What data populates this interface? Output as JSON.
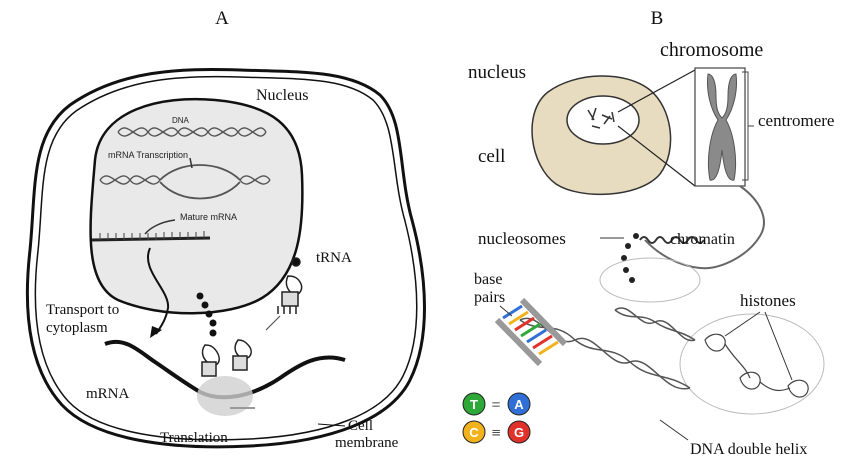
{
  "panel_a": {
    "letter": "A",
    "labels": {
      "nucleus": "Nucleus",
      "dna": "DNA",
      "mrna_transcription": "mRNA Transcription",
      "mature_mrna": "Mature mRNA",
      "trna": "tRNA",
      "transport_line1": "Transport to",
      "transport_line2": "cytoplasm",
      "mrna": "mRNA",
      "translation": "Translation",
      "cell_line1": "Cell",
      "cell_line2": "membrane"
    }
  },
  "panel_b": {
    "letter": "B",
    "labels": {
      "nucleus": "nucleus",
      "chromosome": "chromosome",
      "cell": "cell",
      "centromere": "centromere",
      "nucleosomes": "nucleosomes",
      "chromatin": "chromatin",
      "base_line1": "base",
      "base_line2": "pairs",
      "histones": "histones",
      "dna_double_helix": "DNA double helix"
    },
    "base_pair_key": {
      "row1": {
        "left": "T",
        "bond": "=",
        "right": "A"
      },
      "row2": {
        "left": "C",
        "bond": "≡",
        "right": "G"
      }
    },
    "colors": {
      "T": "#2ea836",
      "A": "#2f6fd6",
      "C": "#f2b21c",
      "G": "#e0312b",
      "cell_fill": "#e8dcc0",
      "chromosome": "#8a8a8a"
    }
  }
}
